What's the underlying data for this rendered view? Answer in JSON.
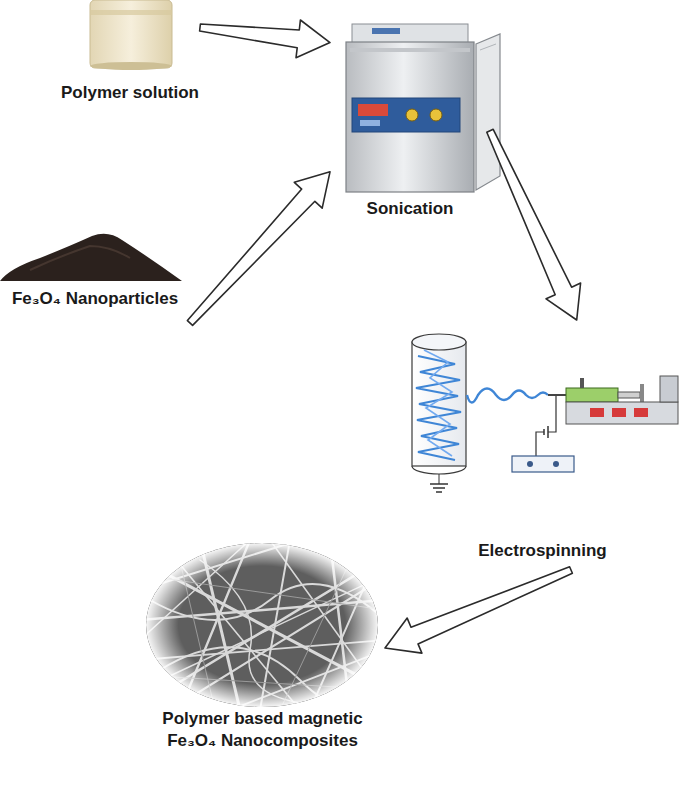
{
  "diagram": {
    "nodes": [
      {
        "text": [
          "Polymer solution"
        ]
      },
      {
        "text": [
          "Fe₃O₄ Nanoparticles"
        ]
      },
      {
        "text": [
          "Sonication"
        ]
      },
      {
        "text": [
          "Electrospinning"
        ]
      },
      {
        "text": [
          "Polymer based magnetic Fe₃O₄ Nanocomposites"
        ]
      }
    ],
    "edges": [
      {
        "from": 0,
        "to": 2,
        "arrow": "to"
      },
      {
        "from": 1,
        "to": 2,
        "arrow": "to"
      },
      {
        "from": 2,
        "to": 3,
        "arrow": "to"
      },
      {
        "from": 3,
        "to": 4,
        "arrow": "to"
      }
    ]
  }
}
